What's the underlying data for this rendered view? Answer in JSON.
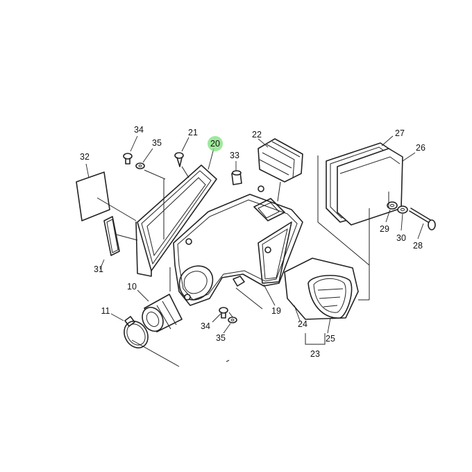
{
  "diagram": {
    "highlight_color": "#7ee07a",
    "callouts": [
      {
        "id": "c34a",
        "text": "34"
      },
      {
        "id": "c35a",
        "text": "35"
      },
      {
        "id": "c21",
        "text": "21"
      },
      {
        "id": "c20",
        "text": "20",
        "highlight": true
      },
      {
        "id": "c22",
        "text": "22"
      },
      {
        "id": "c27",
        "text": "27"
      },
      {
        "id": "c26",
        "text": "26"
      },
      {
        "id": "c32",
        "text": "32"
      },
      {
        "id": "c33",
        "text": "33"
      },
      {
        "id": "c29",
        "text": "29"
      },
      {
        "id": "c30",
        "text": "30"
      },
      {
        "id": "c28",
        "text": "28"
      },
      {
        "id": "c31",
        "text": "31"
      },
      {
        "id": "c10",
        "text": "10"
      },
      {
        "id": "c19",
        "text": "19"
      },
      {
        "id": "c11",
        "text": "11"
      },
      {
        "id": "c34b",
        "text": "34"
      },
      {
        "id": "c35b",
        "text": "35"
      },
      {
        "id": "c24",
        "text": "24"
      },
      {
        "id": "c25",
        "text": "25"
      },
      {
        "id": "c23",
        "text": "23"
      }
    ]
  }
}
